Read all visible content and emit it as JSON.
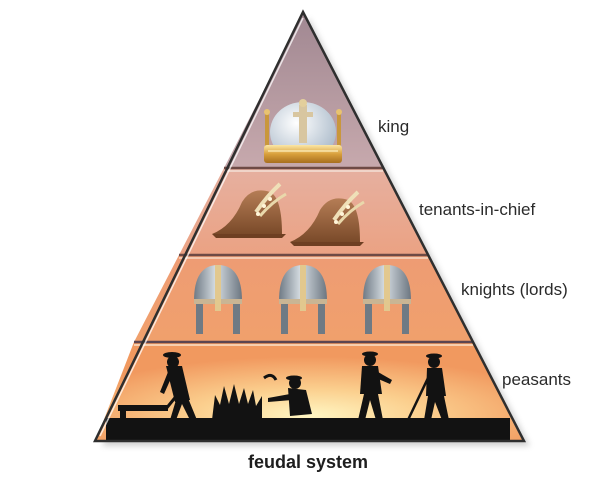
{
  "diagram": {
    "type": "pyramid",
    "caption": "feudal system",
    "tiers": [
      {
        "label": "king",
        "icon": "crown-icon",
        "count": 1,
        "fill": "#b99aa3"
      },
      {
        "label": "tenants-in-chief",
        "icon": "feathered-hat-icon",
        "count": 2,
        "fill": "#e7a88a"
      },
      {
        "label": "knights (lords)",
        "icon": "helmet-icon",
        "count": 3,
        "fill": "#ef9a6c"
      },
      {
        "label": "peasants",
        "icon": "peasant-silhouette-scene",
        "count": 1,
        "fill": "#f5b277"
      }
    ],
    "colors": {
      "outline": "#333333",
      "divider": "#6e4a45",
      "ground": "#0f0f0f",
      "sun": "#fff2b0"
    }
  }
}
